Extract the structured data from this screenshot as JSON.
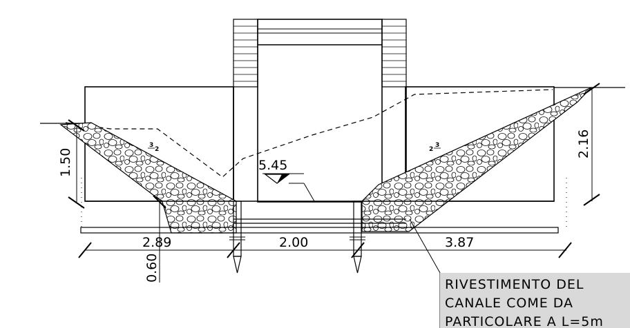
{
  "dimensions": {
    "slope_left_height": "1.50",
    "slope_right_height": "2.16",
    "base_left": "2.89",
    "base_center": "2.00",
    "base_right": "3.87",
    "foundation_depth": "0.60"
  },
  "water_level": "5.45",
  "slope_ratio_left": {
    "num": "3",
    "den": "2"
  },
  "slope_ratio_right": {
    "num": "3",
    "den": "2"
  },
  "note": {
    "line1": "RIVESTIMENTO DEL",
    "line2": "CANALE COME DA",
    "line3": "PARTICOLARE A L=5m"
  },
  "colors": {
    "line": "#000000",
    "note_background": "#d9d9d9"
  }
}
